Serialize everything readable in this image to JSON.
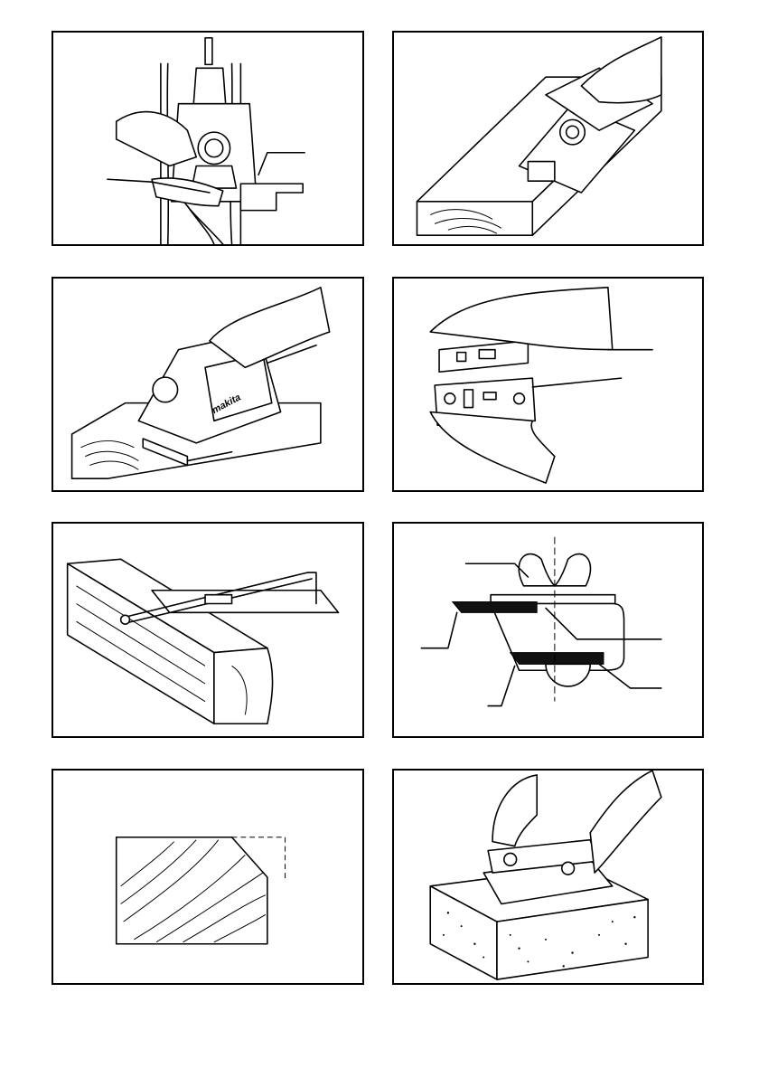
{
  "figures": [
    {
      "id": "fig1",
      "subject": "planer-edge-planing-with-guide"
    },
    {
      "id": "fig2",
      "subject": "planer-on-beam-chamfering"
    },
    {
      "id": "fig3",
      "subject": "planer-with-edge-fence-on-board"
    },
    {
      "id": "fig4",
      "subject": "blade-set-installation"
    },
    {
      "id": "fig5",
      "subject": "edge-fence-on-board"
    },
    {
      "id": "fig6",
      "subject": "blade-sharpening-holder-diagram"
    },
    {
      "id": "fig7",
      "subject": "chamfer-cross-section"
    },
    {
      "id": "fig8",
      "subject": "blade-sharpening-on-whetstone"
    }
  ],
  "brand_mark": "makita",
  "colors": {
    "ink": "#000000",
    "paper": "#ffffff"
  }
}
